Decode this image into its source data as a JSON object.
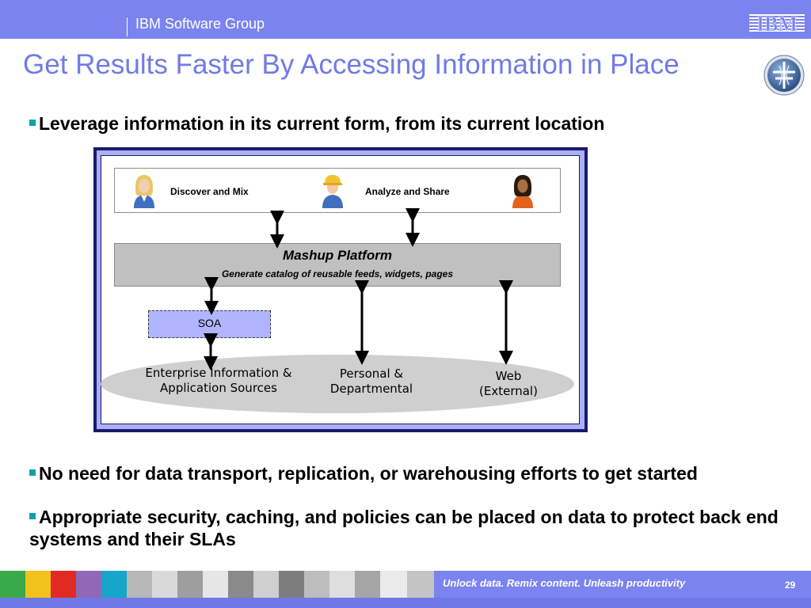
{
  "header": {
    "group": "IBM Software Group",
    "logo": "IBM"
  },
  "title": "Get Results Faster By Accessing Information in Place",
  "bullets": [
    "Leverage information in its current form, from its current location",
    "No need for data transport, replication, or warehousing efforts to get started",
    "Appropriate security, caching, and policies can be placed on data to protect back end systems and their SLAs"
  ],
  "diagram": {
    "users": {
      "discover": "Discover and Mix",
      "analyze": "Analyze and Share",
      "icons": [
        "female-user-icon",
        "worker-user-icon",
        "dark-hair-user-icon"
      ]
    },
    "platform": {
      "title": "Mashup Platform",
      "subtitle": "Generate catalog of reusable feeds, widgets, pages"
    },
    "soa": "SOA",
    "sources": {
      "enterprise": [
        "Enterprise Information &",
        "Application Sources"
      ],
      "personal": [
        "Personal &",
        "Departmental"
      ],
      "web": [
        "Web",
        "(External)"
      ]
    }
  },
  "footer": {
    "tagline": "Unlock data. Remix content. Unleash productivity",
    "page": "29"
  },
  "colors": {
    "brand_bar": "#7b83ef",
    "title": "#6f7be6",
    "bullet_marker": "#10a0a8",
    "soa_fill": "#b1b4ff",
    "platform_fill": "#c0c0c0",
    "frame_border": "#1a1a6e",
    "frame_fill": "#aab0f5"
  }
}
